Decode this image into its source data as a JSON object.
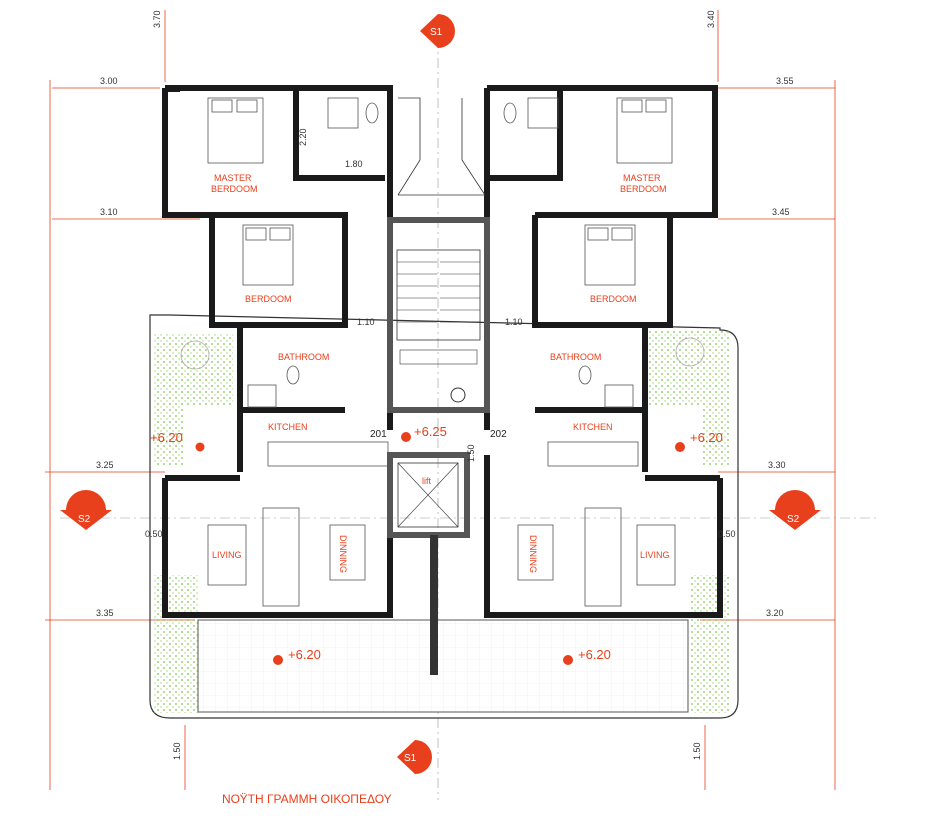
{
  "colors": {
    "accent": "#e8401c",
    "wall": "#1a1a1a",
    "garden": "#7ec24a"
  },
  "sections": {
    "s1": "S1",
    "s2": "S2"
  },
  "rooms": {
    "master_left": [
      "MASTER",
      "BERDOOM"
    ],
    "master_right": [
      "MASTER",
      "BERDOOM"
    ],
    "bed_left": "BERDOOM",
    "bed_right": "BERDOOM",
    "bath_left": "BATHROOM",
    "bath_right": "BATHROOM",
    "kitchen_left": "KITCHEN",
    "kitchen_right": "KITCHEN",
    "living_left": "LIVING",
    "living_right": "LIVING",
    "dining_left": "DINNING",
    "dining_right": "DINNING",
    "lift": "lift",
    "unit_left": "201",
    "unit_right": "202"
  },
  "levels": {
    "terrace_tl": "+6.20",
    "terrace_tr": "+6.20",
    "core": "+6.25",
    "balcony_l": "+6.20",
    "balcony_r": "+6.20"
  },
  "dimensions": {
    "top_left_v": "3.70",
    "top_right_v": "3.40",
    "row1_l": "3.00",
    "row1_r": "3.55",
    "row2_l": "3.10",
    "row2_r": "3.45",
    "row3_l": "3.25",
    "row3_r": "3.30",
    "row4_l": "3.35",
    "row4_r": "3.20",
    "side_l": "0.50",
    "side_r": "0.50",
    "bot_l_v": "1.50",
    "bot_r_v": "1.50",
    "bath_h": "2.20",
    "bath_w": "1.80",
    "corr_l": "1.10",
    "corr_r": "1.10",
    "core_v": "1.50"
  },
  "boundary_label": "ΝΟΫΤΗ ΓΡΑΜΜΗ  ΟΙΚΟΠΕΔΟΥ"
}
